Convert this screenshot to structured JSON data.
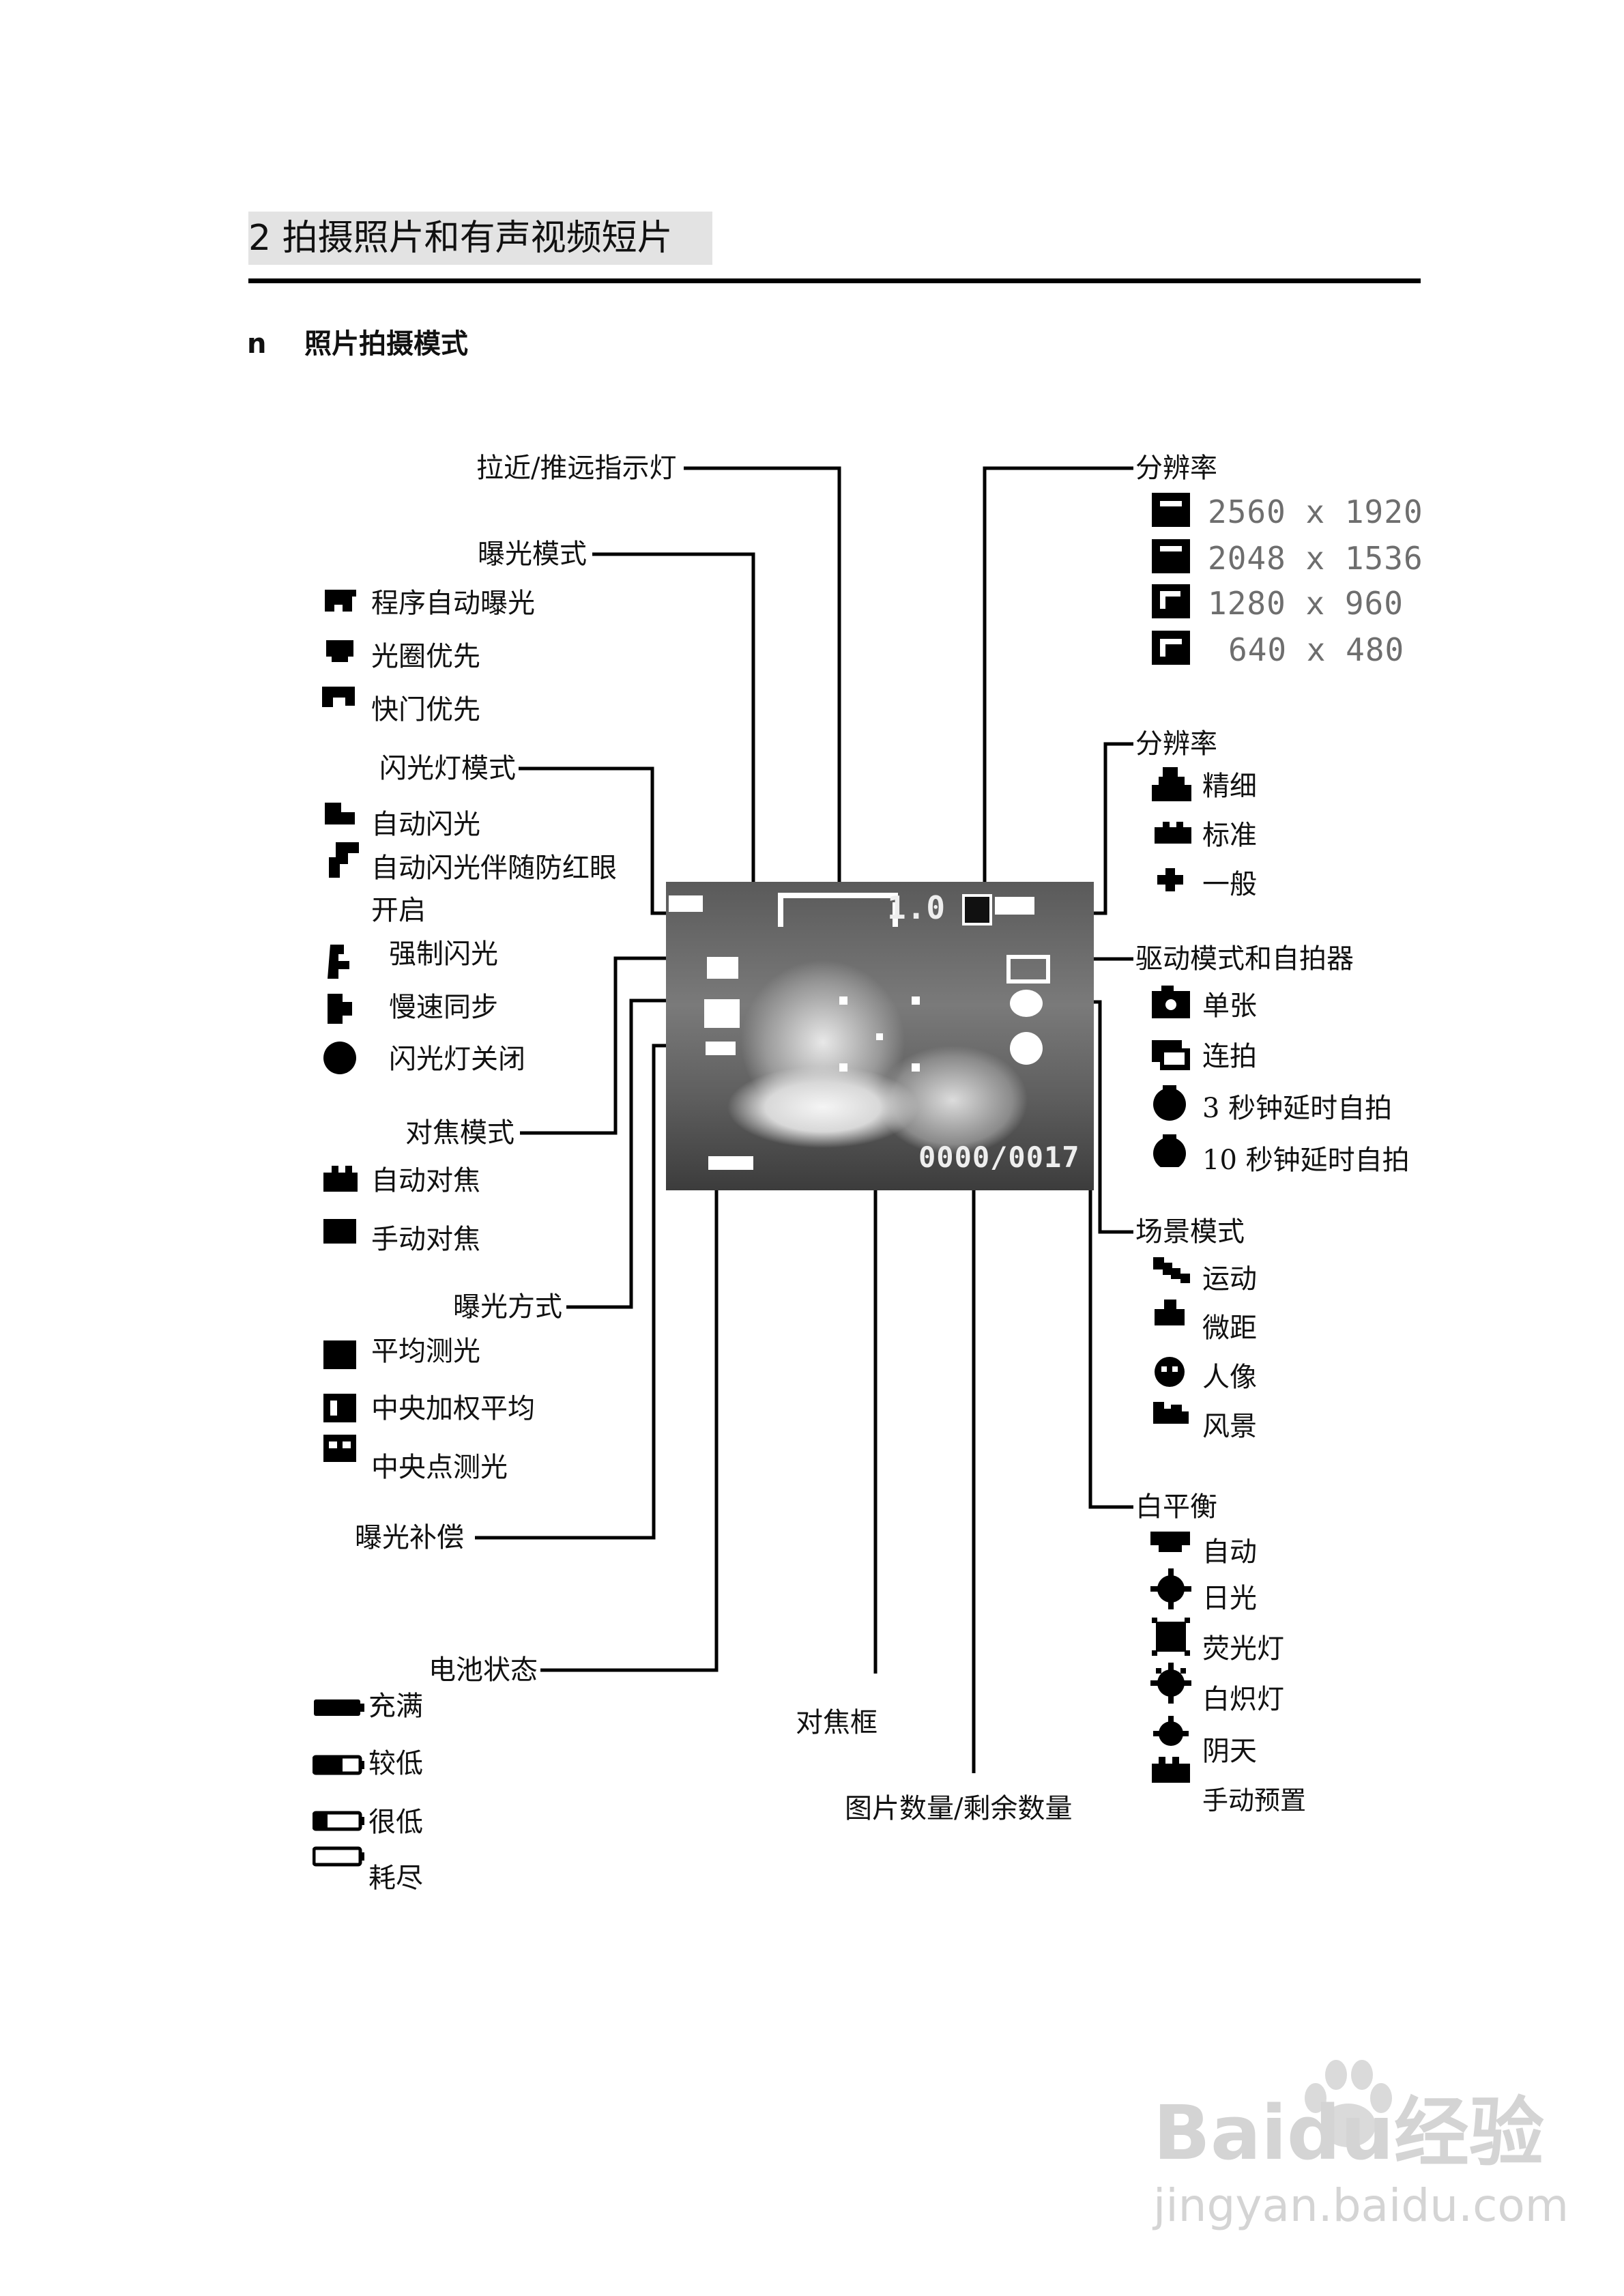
{
  "heading": "2 拍摄照片和有声视频短片",
  "subheading": {
    "bullet": "n",
    "text": "照片拍摄模式"
  },
  "screen": {
    "zoom_value": "1.0",
    "counter": "0000/0017"
  },
  "callouts": {
    "zoom_indicator": "拉近/推远指示灯",
    "exposure_mode": "曝光模式",
    "flash_mode": "闪光灯模式",
    "focus_mode": "对焦模式",
    "metering": "曝光方式",
    "exposure_comp": "曝光补偿",
    "battery": "电池状态",
    "focus_frame": "对焦框",
    "image_count": "图片数量/剩余数量",
    "resolution": "分辨率",
    "quality": "分辨率",
    "drive": "驱动模式和自拍器",
    "scene": "场景模式",
    "white_balance": "白平衡"
  },
  "exposure_modes": [
    "程序自动曝光",
    "光圈优先",
    "快门优先"
  ],
  "flash_modes": [
    "自动闪光",
    "自动闪光伴随防红眼",
    "开启",
    "强制闪光",
    "慢速同步",
    "闪光灯关闭"
  ],
  "focus_modes": [
    "自动对焦",
    "手动对焦"
  ],
  "metering_modes": [
    "平均测光",
    "中央加权平均",
    "中央点测光"
  ],
  "battery_states": [
    "充满",
    "较低",
    "很低",
    "耗尽"
  ],
  "resolutions": [
    "2560 x 1920",
    "2048 x 1536",
    "1280 x 960",
    "640 x 480"
  ],
  "quality_levels": [
    "精细",
    "标准",
    "一般"
  ],
  "drive_modes": [
    "单张",
    "连拍",
    "3 秒钟延时自拍",
    "10 秒钟延时自拍"
  ],
  "scene_modes": [
    "运动",
    "微距",
    "人像",
    "风景"
  ],
  "white_balance_modes": [
    "自动",
    "日光",
    "荧光灯",
    "白炽灯",
    "阴天",
    "手动预置"
  ],
  "watermark": {
    "logo": "Baidu经验",
    "url": "jingyan.baidu.com"
  },
  "colors": {
    "text": "#111111",
    "heading_bg": "#e3e3e3",
    "lcd_text": "#6e6e6e",
    "watermark": "#d4d4d4"
  }
}
